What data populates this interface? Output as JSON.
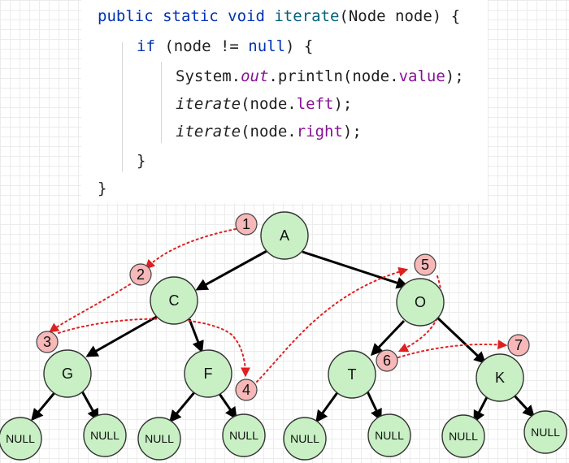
{
  "code": {
    "l1": {
      "kw": "public static void ",
      "name": "iterate",
      "rest": "(Node node) {"
    },
    "l2": {
      "kw": "if",
      "mid": " (node != ",
      "null": "null",
      "end": ") {"
    },
    "l3": {
      "pre": "System.",
      "out": "out",
      "mid": ".println(node.",
      "field": "value",
      "end": ");"
    },
    "l4": {
      "name": "iterate",
      "mid": "(node.",
      "field": "left",
      "end": ");"
    },
    "l5": {
      "name": "iterate",
      "mid": "(node.",
      "field": "right",
      "end": ");"
    },
    "l6": "}",
    "l7": "}"
  },
  "tree": {
    "nodes": [
      "A",
      "C",
      "O",
      "G",
      "F",
      "T",
      "K"
    ],
    "null_label": "NULL",
    "steps": [
      "1",
      "2",
      "3",
      "4",
      "5",
      "6",
      "7"
    ]
  },
  "colors": {
    "node_fill": "#c8f0c4",
    "step_fill": "#f6b8b8",
    "path_red": "#e02020",
    "keyword_blue": "#0033b3",
    "field_purple": "#871094"
  }
}
